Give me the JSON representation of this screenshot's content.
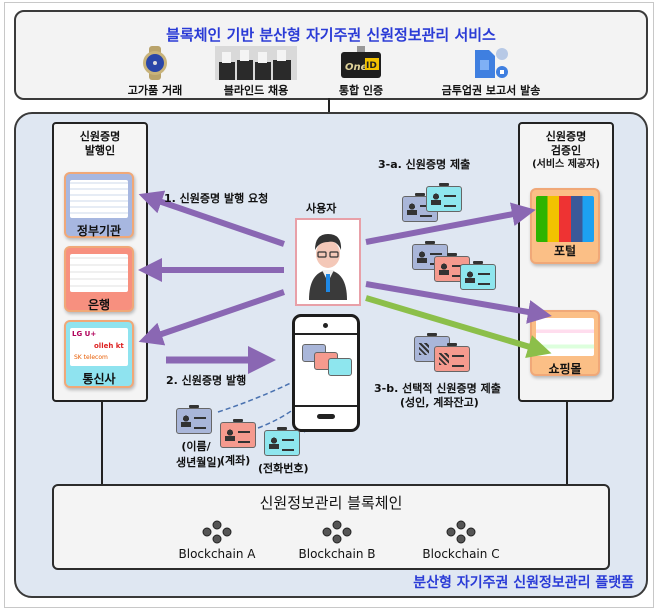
{
  "service": {
    "title": "블록체인 기반 분산형 자기주권 신원정보관리 서비스",
    "items": [
      {
        "label": "고가품 거래",
        "icon": "watch-icon"
      },
      {
        "label": "블라인드 채용",
        "icon": "blind-recruit-photo-icon"
      },
      {
        "label": "통합 인증",
        "icon": "oneid-icon"
      },
      {
        "label": "금투업권 보고서 발송",
        "icon": "report-send-icon"
      }
    ]
  },
  "platform": {
    "title": "분산형 자기주권 신원정보관리 플랫폼"
  },
  "issuer": {
    "title_line1": "신원증명",
    "title_line2": "발행인",
    "orgs": [
      {
        "label": "정부기관",
        "color": "#a7b7e0"
      },
      {
        "label": "은행",
        "color": "#f7907f"
      },
      {
        "label": "통신사",
        "color": "#8fe3ef",
        "logos": [
          "LG U+",
          "olleh kt",
          "SK telecom"
        ]
      }
    ]
  },
  "verifier": {
    "title_line1": "신원증명",
    "title_line2": "검증인",
    "title_line3": "(서비스 제공자)",
    "orgs": [
      {
        "label": "포털",
        "color": "#fbbf86"
      },
      {
        "label": "쇼핑몰",
        "color": "#fbbf86"
      }
    ]
  },
  "user": {
    "label": "사용자"
  },
  "steps": {
    "step1": "1. 신원증명 발행 요청",
    "step2": "2. 신원증명 발행",
    "step3a": "3-a. 신원증명 제출",
    "step3b_line1": "3-b. 선택적 신원증명 제출",
    "step3b_line2": "(성인, 계좌잔고)"
  },
  "credentials": [
    {
      "label_line1": "(이름/",
      "label_line2": "생년월일)",
      "color": "#a9b6d9"
    },
    {
      "label_line1": "(계좌)",
      "label_line2": "",
      "color": "#f59a8e"
    },
    {
      "label_line1": "(전화번호)",
      "label_line2": "",
      "color": "#8ee6ee"
    }
  ],
  "blockchain": {
    "title": "신원정보관리 블록체인",
    "chains": [
      "Blockchain A",
      "Blockchain B",
      "Blockchain C"
    ]
  },
  "colors": {
    "title_blue": "#2a3bd6",
    "arrow_purple": "#8a67b3",
    "arrow_green": "#8cbf4a",
    "platform_bg": "#dfe7f2",
    "dashed_blue": "#4a72b0"
  }
}
